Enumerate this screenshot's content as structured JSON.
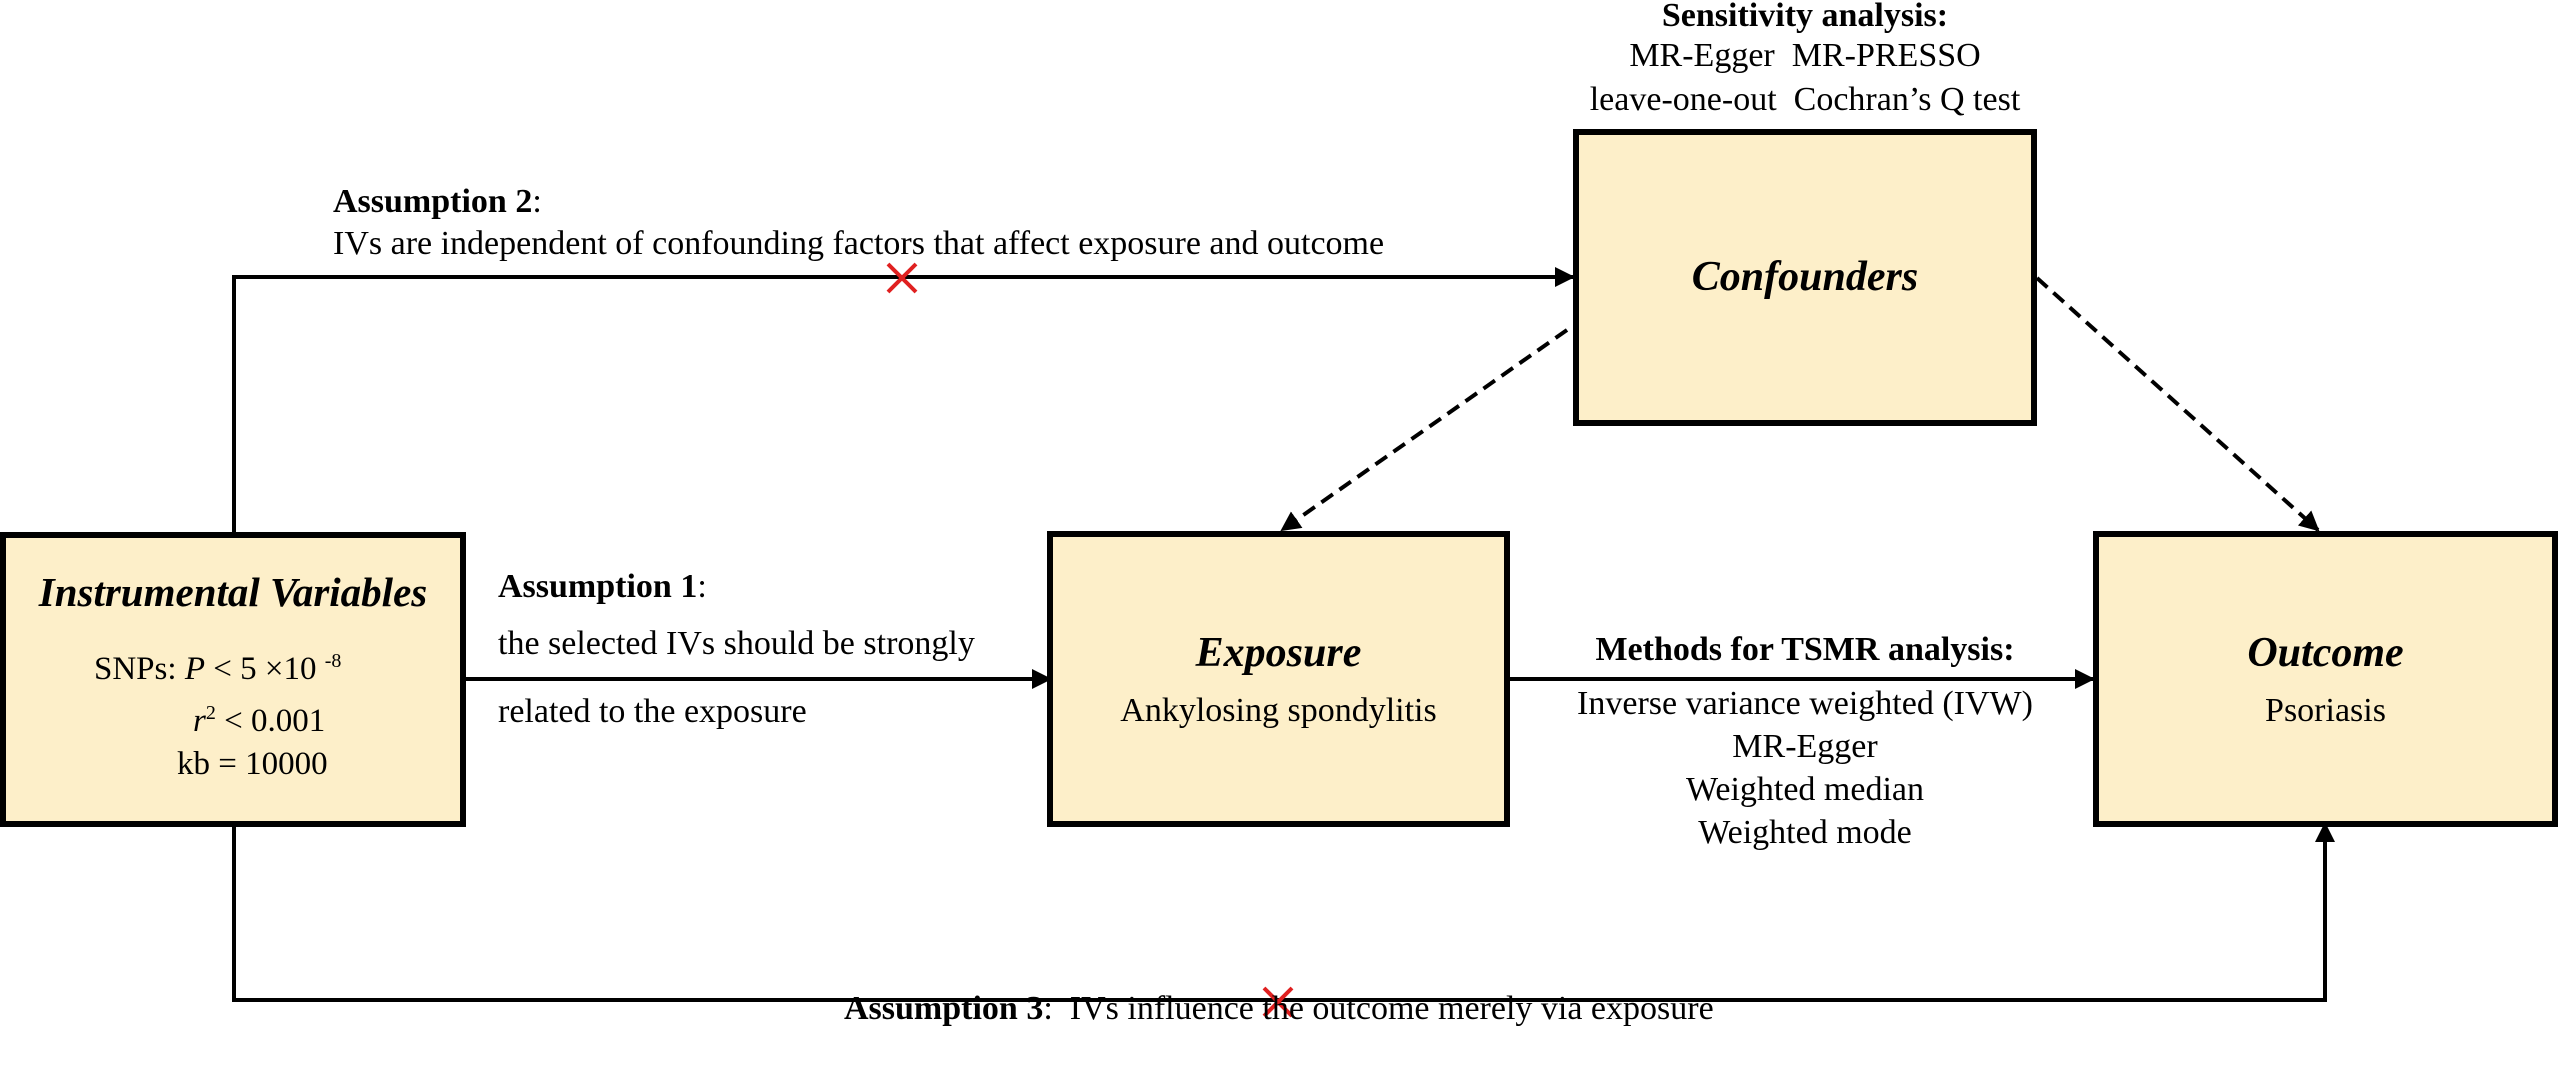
{
  "boxes": {
    "iv": {
      "title": "Instrumental Variables"
    },
    "confounders": {
      "title": "Confounders"
    },
    "exposure": {
      "title": "Exposure",
      "subtitle": "Ankylosing spondylitis"
    },
    "outcome": {
      "title": "Outcome",
      "subtitle": "Psoriasis"
    }
  },
  "snp_criteria": {
    "label": "SNPs: ",
    "p_symbol": "P",
    "p_expr": " < 5 ×10 ",
    "p_exp": "-8",
    "r_symbol": "r",
    "r_exp": "2",
    "r_expr": " < 0.001",
    "kb": "kb = 10000"
  },
  "sensitivity": {
    "heading": "Sensitivity analysis:",
    "row1": "MR-Egger  MR-PRESSO",
    "row2": "leave-one-out  Cochran’s Q test"
  },
  "assumption1": {
    "label": "Assumption 1",
    "colon": ":",
    "line1": "the selected IVs should be strongly",
    "line2": "related to the exposure"
  },
  "assumption2": {
    "label": "Assumption 2",
    "colon": ":",
    "line1": "IVs are independent of confounding factors that affect exposure and outcome"
  },
  "assumption3": {
    "label": "Assumption 3",
    "text": ":  IVs influence the outcome merely via exposure"
  },
  "methods": {
    "heading": "Methods for TSMR analysis:",
    "items": [
      "Inverse variance weighted (IVW)",
      "MR-Egger",
      "Weighted median",
      "Weighted mode"
    ]
  },
  "colors": {
    "box_fill": "#fdefc9",
    "line": "#000000",
    "cross": "#e02020"
  }
}
